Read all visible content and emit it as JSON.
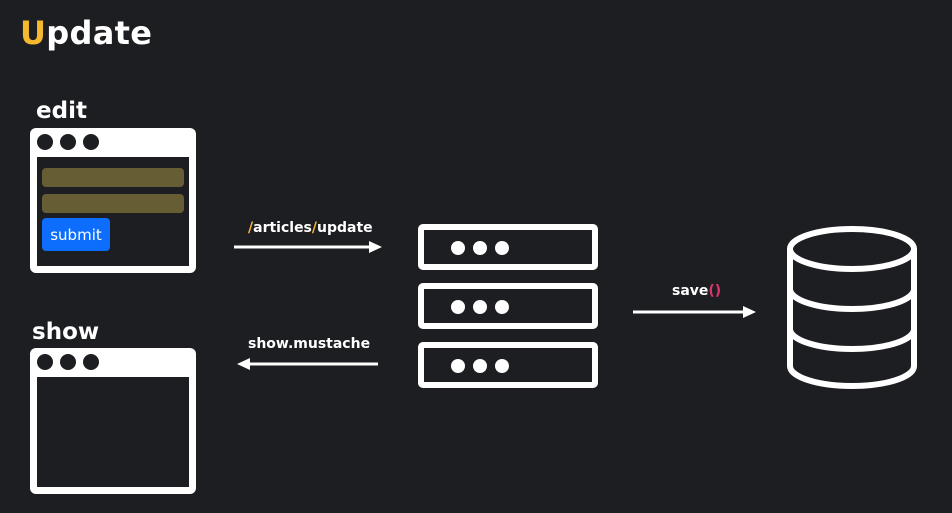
{
  "title": {
    "first_letter": "U",
    "rest": "pdate"
  },
  "edit_panel": {
    "label": "edit",
    "submit_label": "submit"
  },
  "show_panel": {
    "label": "show"
  },
  "request_arrow": {
    "seg1": "/",
    "seg2": "articles",
    "seg3": "/",
    "seg4": "update"
  },
  "response_arrow": {
    "label": "show.mustache"
  },
  "save_arrow": {
    "name": "save",
    "parens": "()"
  },
  "colors": {
    "background": "#1d1e22",
    "accent_yellow": "#f5b82e",
    "accent_pink": "#e0336b",
    "button_blue": "#0d6efd",
    "field_olive": "#675d34",
    "foreground": "#ffffff"
  },
  "icons": {
    "server": "server-stack-icon",
    "database": "database-icon"
  }
}
